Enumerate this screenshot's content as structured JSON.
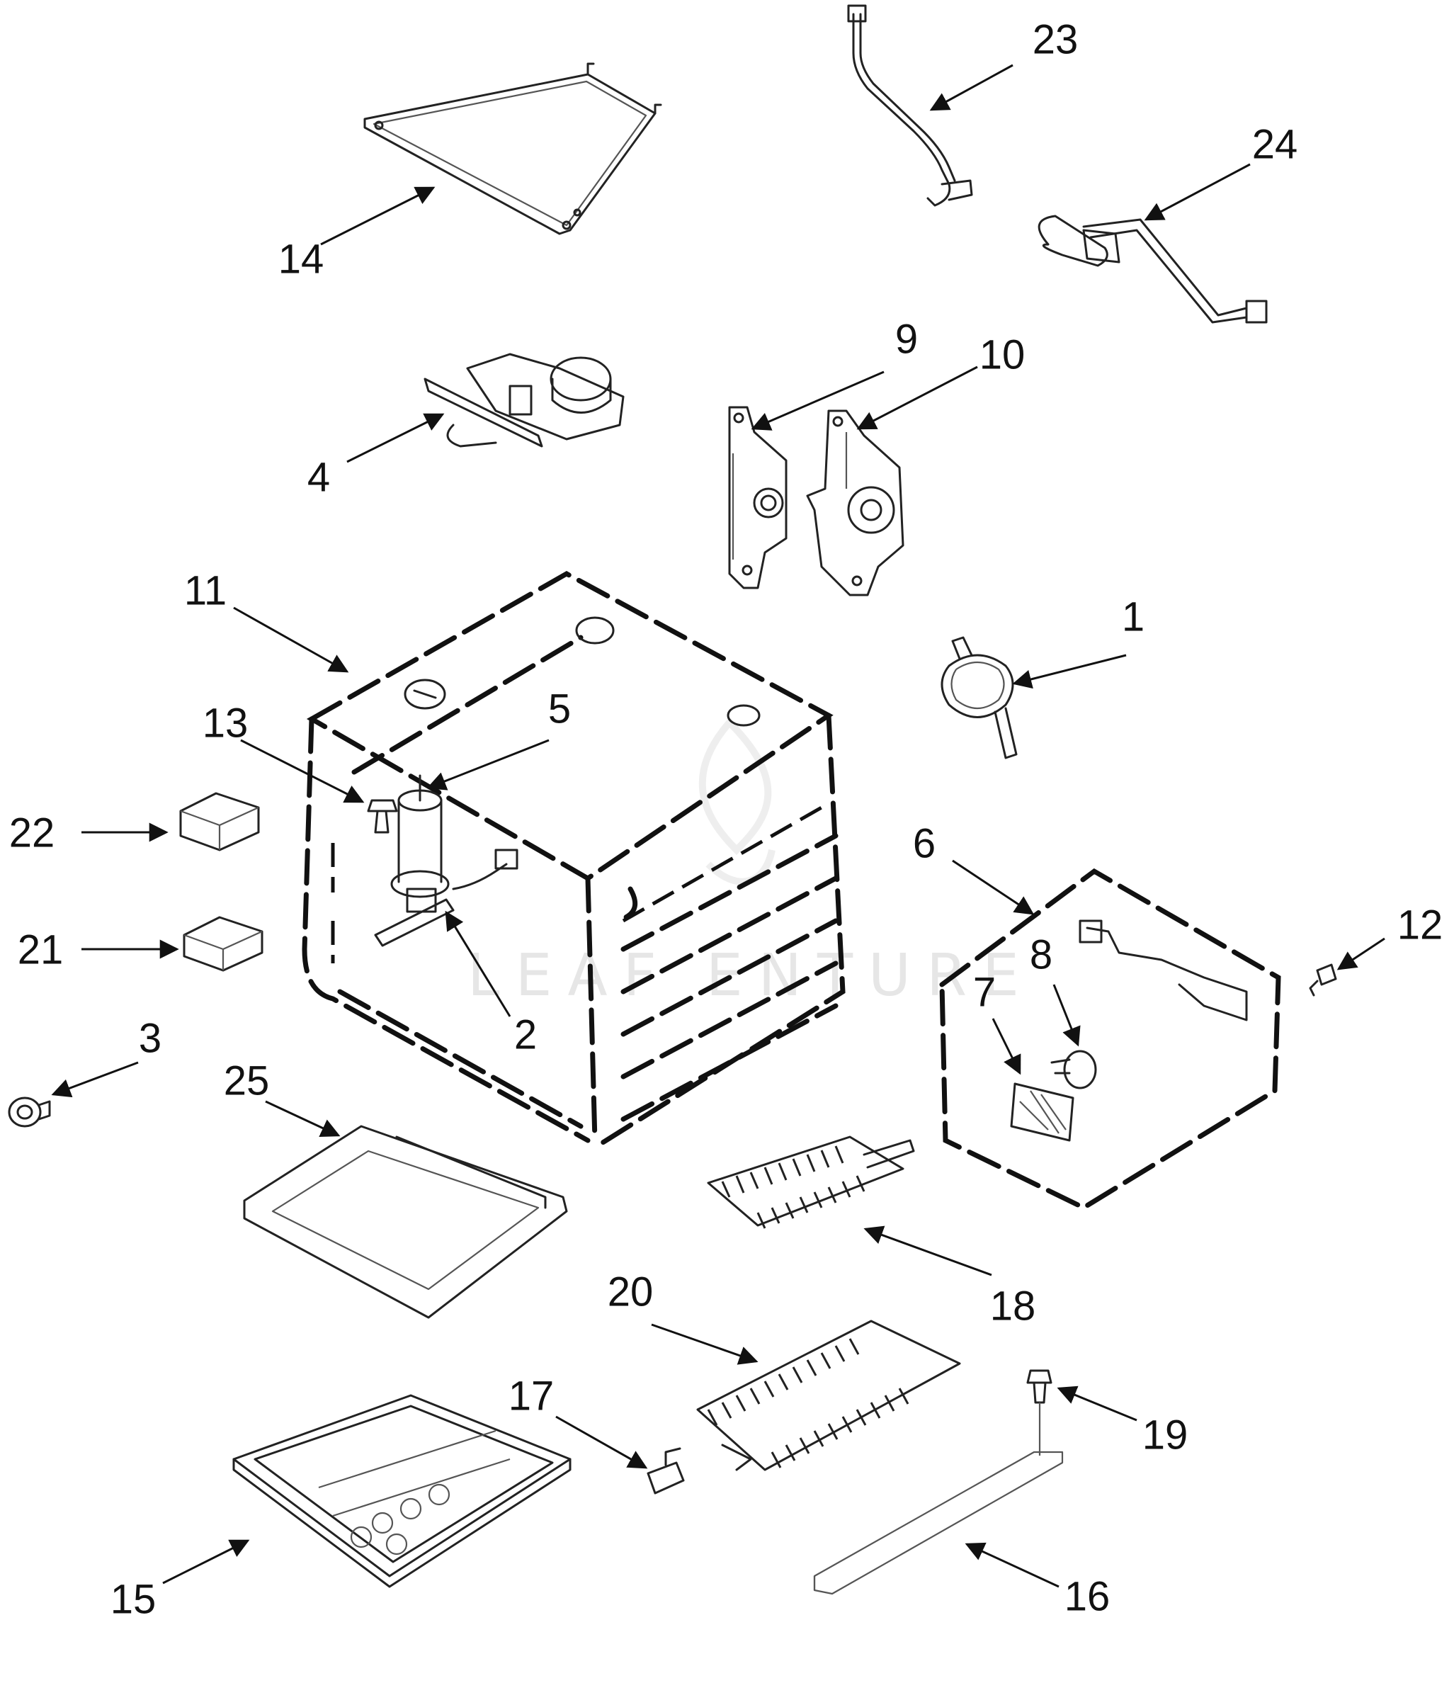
{
  "diagram": {
    "watermark": "LEAF ENTURE",
    "callouts": {
      "c1": "1",
      "c2": "2",
      "c3": "3",
      "c4": "4",
      "c5": "5",
      "c6": "6",
      "c7": "7",
      "c8": "8",
      "c9": "9",
      "c10": "10",
      "c11": "11",
      "c12": "12",
      "c13": "13",
      "c14": "14",
      "c15": "15",
      "c16": "16",
      "c17": "17",
      "c18": "18",
      "c19": "19",
      "c20": "20",
      "c21": "21",
      "c22": "22",
      "c23": "23",
      "c24": "24",
      "c25": "25"
    },
    "colors": {
      "line": "#111111",
      "background": "#ffffff",
      "watermark": "#e6e6e6"
    }
  }
}
